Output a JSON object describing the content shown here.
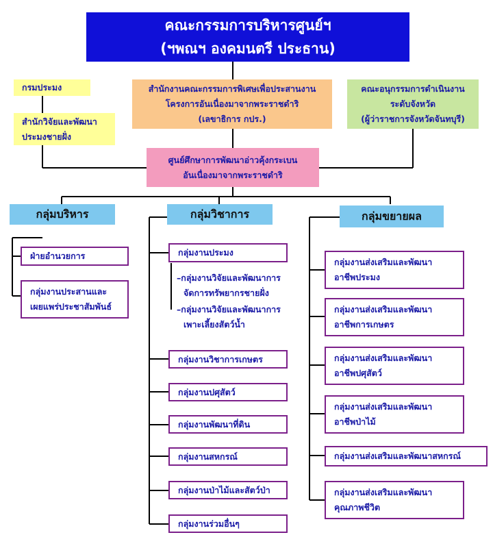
{
  "top": {
    "line1": "คณะกรรมการบริหารศูนย์ฯ",
    "line2": "(ฯพณฯ องคมนตรี ประธาน)"
  },
  "left_top": {
    "label": "กรมประมง"
  },
  "left_sub": {
    "line1": "สำนักวิจัยและพัฒนา",
    "line2": "ประมงชายฝั่ง"
  },
  "middle": {
    "line1": "สำนักงานคณะกรรมการพิเศษเพื่อประสานงาน",
    "line2": "โครงการอันเนื่องมาจากพระราชดำริ",
    "line3": "(เลขาธิการ กปร.)"
  },
  "right": {
    "line1": "คณะอนุกรรมการดำเนินงาน",
    "line2": "ระดับจังหวัด",
    "line3": "(ผู้ว่าราชการจังหวัดจันทบุรี)"
  },
  "center": {
    "line1": "ศูนย์ศึกษาการพัฒนาอ่าวคุ้งกระเบน",
    "line2": "อันเนื่องมาจากพระราชดำริ"
  },
  "group_admin": {
    "title": "กลุ่มบริหาร",
    "items": [
      {
        "line1": "ฝ่ายอำนวยการ"
      },
      {
        "line1": "กลุ่มงานประสานและ",
        "line2": "เผยแพร่ประชาสัมพันธ์"
      }
    ]
  },
  "group_academic": {
    "title": "กลุ่มวิชาการ",
    "fisheries": "กลุ่มงานประมง",
    "sub1": {
      "line1": "–กลุ่มงานวิจัยและพัฒนาการ",
      "line2": "จัดการทรัพยากรชายฝั่ง"
    },
    "sub2": {
      "line1": "–กลุ่มงานวิจัยและพัฒนาการ",
      "line2": "เพาะเลี้ยงสัตว์น้ำ"
    },
    "items": [
      "กลุ่มงานวิชาการเกษตร",
      "กลุ่มงานปศุสัตว์",
      "กลุ่มงานพัฒนาที่ดิน",
      "กลุ่มงานสหกรณ์",
      "กลุ่มงานป่าไม้และสัตว์ป่า",
      "กลุ่มงานร่วมอื่นๆ"
    ]
  },
  "group_extension": {
    "title": "กลุ่มขยายผล",
    "items": [
      {
        "line1": "กลุ่มงานส่งเสริมและพัฒนา",
        "line2": "อาชีพประมง"
      },
      {
        "line1": "กลุ่มงานส่งเสริมและพัฒนา",
        "line2": "อาชีพการเกษตร"
      },
      {
        "line1": "กลุ่มงานส่งเสริมและพัฒนา",
        "line2": "อาชีพปศุสัตว์"
      },
      {
        "line1": "กลุ่มงานส่งเสริมและพัฒนา",
        "line2": "อาชีพป่าไม้"
      },
      {
        "line1": "กลุ่มงานส่งเสริมและพัฒนาสหกรณ์"
      },
      {
        "line1": "กลุ่มงานส่งเสริมและพัฒนา",
        "line2": "คุณภาพชีวิต"
      }
    ]
  },
  "colors": {
    "top": "#1010d8",
    "yellow": "#ffff99",
    "orange": "#fac78c",
    "green": "#c8e6a0",
    "pink": "#f39cbe",
    "cyan": "#7ec8ee",
    "border": "#7b1f8a",
    "text": "#1a1aa6",
    "line": "#000000"
  }
}
